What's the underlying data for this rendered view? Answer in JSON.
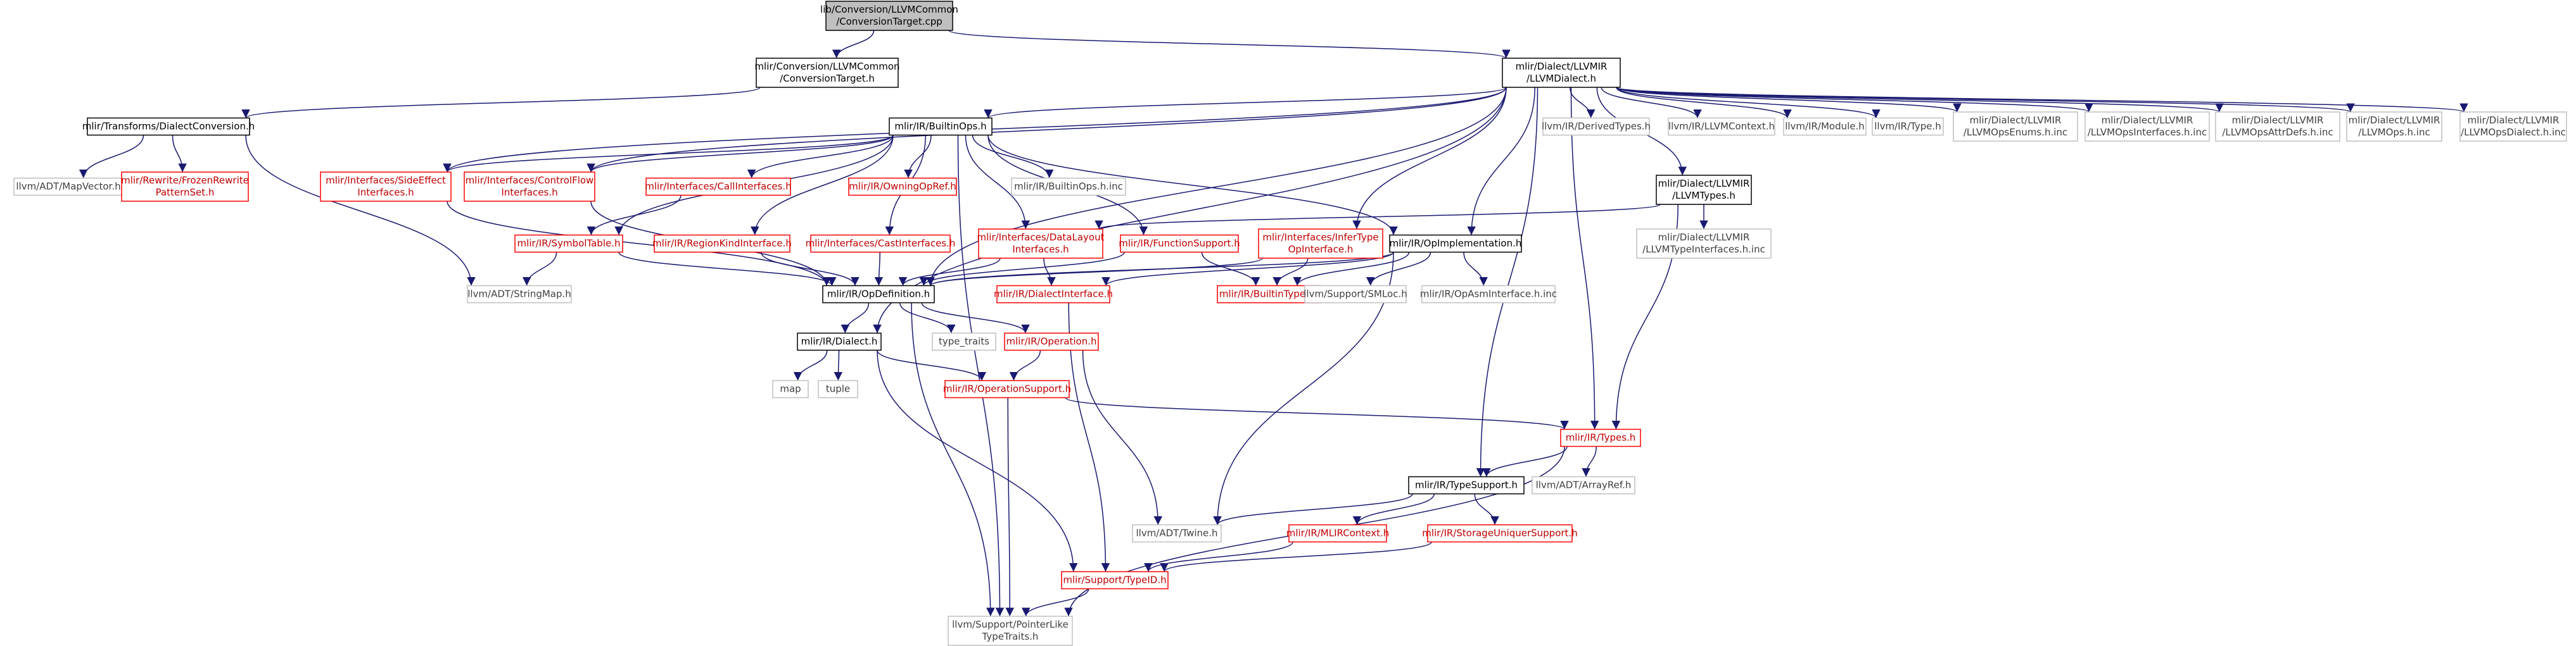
{
  "colors": {
    "root_fill": "#bfbfbf",
    "box_fill": "#ffffff",
    "stroke_documented": "#000000",
    "stroke_undocumented": "#bfbfbf",
    "stroke_external": "#ff0000",
    "text_documented": "#000000",
    "text_undocumented": "#3f3f3f",
    "text_external": "#bf0000",
    "edge": "#191970"
  },
  "nodes": [
    {
      "id": "root",
      "lines": [
        "lib/Conversion/LLVMCommon",
        "/ConversionTarget.cpp"
      ],
      "kind": "root"
    },
    {
      "id": "convtarget_h",
      "lines": [
        "mlir/Conversion/LLVMCommon",
        "/ConversionTarget.h"
      ],
      "kind": "doc"
    },
    {
      "id": "llvmdialect_h",
      "lines": [
        "mlir/Dialect/LLVMIR",
        "/LLVMDialect.h"
      ],
      "kind": "doc"
    },
    {
      "id": "dialectconv_h",
      "lines": [
        "mlir/Transforms/DialectConversion.h"
      ],
      "kind": "doc"
    },
    {
      "id": "builtinops_h",
      "lines": [
        "mlir/IR/BuiltinOps.h"
      ],
      "kind": "doc"
    },
    {
      "id": "derivedtypes_h",
      "lines": [
        "llvm/IR/DerivedTypes.h"
      ],
      "kind": "undoc"
    },
    {
      "id": "llvmcontext_h",
      "lines": [
        "llvm/IR/LLVMContext.h"
      ],
      "kind": "undoc"
    },
    {
      "id": "module_h",
      "lines": [
        "llvm/IR/Module.h"
      ],
      "kind": "undoc"
    },
    {
      "id": "type_h",
      "lines": [
        "llvm/IR/Type.h"
      ],
      "kind": "undoc"
    },
    {
      "id": "opsenums_inc",
      "lines": [
        "mlir/Dialect/LLVMIR",
        "/LLVMOpsEnums.h.inc"
      ],
      "kind": "undoc"
    },
    {
      "id": "opsinterfaces_inc",
      "lines": [
        "mlir/Dialect/LLVMIR",
        "/LLVMOpsInterfaces.h.inc"
      ],
      "kind": "undoc"
    },
    {
      "id": "opsattrdefs_inc",
      "lines": [
        "mlir/Dialect/LLVMIR",
        "/LLVMOpsAttrDefs.h.inc"
      ],
      "kind": "undoc"
    },
    {
      "id": "llvmops_inc",
      "lines": [
        "mlir/Dialect/LLVMIR",
        "/LLVMOps.h.inc"
      ],
      "kind": "undoc"
    },
    {
      "id": "opsdialect_inc",
      "lines": [
        "mlir/Dialect/LLVMIR",
        "/LLVMOpsDialect.h.inc"
      ],
      "kind": "undoc"
    },
    {
      "id": "mapvector_h",
      "lines": [
        "llvm/ADT/MapVector.h"
      ],
      "kind": "undoc"
    },
    {
      "id": "frozenrewrite_h",
      "lines": [
        "mlir/Rewrite/FrozenRewrite",
        "PatternSet.h"
      ],
      "kind": "ext"
    },
    {
      "id": "sideeffect_h",
      "lines": [
        "mlir/Interfaces/SideEffect",
        "Interfaces.h"
      ],
      "kind": "ext"
    },
    {
      "id": "controlflow_h",
      "lines": [
        "mlir/Interfaces/ControlFlow",
        "Interfaces.h"
      ],
      "kind": "ext"
    },
    {
      "id": "callinterfaces_h",
      "lines": [
        "mlir/Interfaces/CallInterfaces.h"
      ],
      "kind": "ext"
    },
    {
      "id": "owningopref_h",
      "lines": [
        "mlir/IR/OwningOpRef.h"
      ],
      "kind": "ext"
    },
    {
      "id": "builtinops_inc",
      "lines": [
        "mlir/IR/BuiltinOps.h.inc"
      ],
      "kind": "undoc"
    },
    {
      "id": "llvmtypes_h",
      "lines": [
        "mlir/Dialect/LLVMIR",
        "/LLVMTypes.h"
      ],
      "kind": "doc"
    },
    {
      "id": "typeinterfaces_inc",
      "lines": [
        "mlir/Dialect/LLVMIR",
        "/LLVMTypeInterfaces.h.inc"
      ],
      "kind": "undoc"
    },
    {
      "id": "symboltable_h",
      "lines": [
        "mlir/IR/SymbolTable.h"
      ],
      "kind": "ext"
    },
    {
      "id": "regionkind_h",
      "lines": [
        "mlir/IR/RegionKindInterface.h"
      ],
      "kind": "ext"
    },
    {
      "id": "castinterfaces_h",
      "lines": [
        "mlir/Interfaces/CastInterfaces.h"
      ],
      "kind": "ext"
    },
    {
      "id": "datalayout_h",
      "lines": [
        "mlir/Interfaces/DataLayout",
        "Interfaces.h"
      ],
      "kind": "ext"
    },
    {
      "id": "functionsupport_h",
      "lines": [
        "mlir/IR/FunctionSupport.h"
      ],
      "kind": "ext"
    },
    {
      "id": "infertype_h",
      "lines": [
        "mlir/Interfaces/InferType",
        "OpInterface.h"
      ],
      "kind": "ext"
    },
    {
      "id": "opimpl_h",
      "lines": [
        "mlir/IR/OpImplementation.h"
      ],
      "kind": "doc"
    },
    {
      "id": "stringmap_h",
      "lines": [
        "llvm/ADT/StringMap.h"
      ],
      "kind": "undoc"
    },
    {
      "id": "opdefinition_h",
      "lines": [
        "mlir/IR/OpDefinition.h"
      ],
      "kind": "doc"
    },
    {
      "id": "dialectinterface_h",
      "lines": [
        "mlir/IR/DialectInterface.h"
      ],
      "kind": "ext"
    },
    {
      "id": "builtintypes_h",
      "lines": [
        "mlir/IR/BuiltinTypes.h"
      ],
      "kind": "ext"
    },
    {
      "id": "smloc_h",
      "lines": [
        "llvm/Support/SMLoc.h"
      ],
      "kind": "undoc"
    },
    {
      "id": "opasminterface_inc",
      "lines": [
        "mlir/IR/OpAsmInterface.h.inc"
      ],
      "kind": "undoc"
    },
    {
      "id": "dialect_h",
      "lines": [
        "mlir/IR/Dialect.h"
      ],
      "kind": "doc"
    },
    {
      "id": "type_traits",
      "lines": [
        "type_traits"
      ],
      "kind": "undoc"
    },
    {
      "id": "operation_h",
      "lines": [
        "mlir/IR/Operation.h"
      ],
      "kind": "ext"
    },
    {
      "id": "map",
      "lines": [
        "map"
      ],
      "kind": "undoc"
    },
    {
      "id": "tuple",
      "lines": [
        "tuple"
      ],
      "kind": "undoc"
    },
    {
      "id": "opsupport_h",
      "lines": [
        "mlir/IR/OperationSupport.h"
      ],
      "kind": "ext"
    },
    {
      "id": "types_h",
      "lines": [
        "mlir/IR/Types.h"
      ],
      "kind": "ext"
    },
    {
      "id": "typesupport_h",
      "lines": [
        "mlir/IR/TypeSupport.h"
      ],
      "kind": "doc"
    },
    {
      "id": "arrayref_h",
      "lines": [
        "llvm/ADT/ArrayRef.h"
      ],
      "kind": "undoc"
    },
    {
      "id": "twine_h",
      "lines": [
        "llvm/ADT/Twine.h"
      ],
      "kind": "undoc"
    },
    {
      "id": "mlircontext_h",
      "lines": [
        "mlir/IR/MLIRContext.h"
      ],
      "kind": "ext"
    },
    {
      "id": "storageuniquer_h",
      "lines": [
        "mlir/IR/StorageUniquerSupport.h"
      ],
      "kind": "ext"
    },
    {
      "id": "typeid_h",
      "lines": [
        "mlir/Support/TypeID.h"
      ],
      "kind": "ext"
    },
    {
      "id": "pointerlike_h",
      "lines": [
        "llvm/Support/PointerLike",
        "TypeTraits.h"
      ],
      "kind": "undoc"
    }
  ],
  "edges": [
    [
      "root",
      "convtarget_h"
    ],
    [
      "root",
      "llvmdialect_h"
    ],
    [
      "convtarget_h",
      "dialectconv_h"
    ],
    [
      "dialectconv_h",
      "mapvector_h"
    ],
    [
      "dialectconv_h",
      "frozenrewrite_h"
    ],
    [
      "dialectconv_h",
      "stringmap_h"
    ],
    [
      "llvmdialect_h",
      "builtinops_h"
    ],
    [
      "llvmdialect_h",
      "derivedtypes_h"
    ],
    [
      "llvmdialect_h",
      "llvmcontext_h"
    ],
    [
      "llvmdialect_h",
      "module_h"
    ],
    [
      "llvmdialect_h",
      "type_h"
    ],
    [
      "llvmdialect_h",
      "opsenums_inc"
    ],
    [
      "llvmdialect_h",
      "opsinterfaces_inc"
    ],
    [
      "llvmdialect_h",
      "opsattrdefs_inc"
    ],
    [
      "llvmdialect_h",
      "llvmops_inc"
    ],
    [
      "llvmdialect_h",
      "opsdialect_inc"
    ],
    [
      "llvmdialect_h",
      "llvmtypes_h"
    ],
    [
      "llvmdialect_h",
      "sideeffect_h"
    ],
    [
      "llvmdialect_h",
      "controlflow_h"
    ],
    [
      "llvmdialect_h",
      "dialect_h"
    ],
    [
      "llvmdialect_h",
      "opdefinition_h"
    ],
    [
      "llvmdialect_h",
      "infertype_h"
    ],
    [
      "llvmdialect_h",
      "opimpl_h"
    ],
    [
      "llvmdialect_h",
      "typesupport_h"
    ],
    [
      "llvmdialect_h",
      "types_h"
    ],
    [
      "builtinops_h",
      "sideeffect_h"
    ],
    [
      "builtinops_h",
      "controlflow_h"
    ],
    [
      "builtinops_h",
      "callinterfaces_h"
    ],
    [
      "builtinops_h",
      "owningopref_h"
    ],
    [
      "builtinops_h",
      "builtinops_inc"
    ],
    [
      "builtinops_h",
      "symboltable_h"
    ],
    [
      "builtinops_h",
      "regionkind_h"
    ],
    [
      "builtinops_h",
      "castinterfaces_h"
    ],
    [
      "builtinops_h",
      "datalayout_h"
    ],
    [
      "builtinops_h",
      "functionsupport_h"
    ],
    [
      "builtinops_h",
      "opimpl_h"
    ],
    [
      "builtinops_h",
      "pointerlike_h"
    ],
    [
      "callinterfaces_h",
      "symboltable_h"
    ],
    [
      "sideeffect_h",
      "opdefinition_h"
    ],
    [
      "controlflow_h",
      "opdefinition_h"
    ],
    [
      "symboltable_h",
      "opdefinition_h"
    ],
    [
      "symboltable_h",
      "stringmap_h"
    ],
    [
      "regionkind_h",
      "opdefinition_h"
    ],
    [
      "castinterfaces_h",
      "opdefinition_h"
    ],
    [
      "datalayout_h",
      "opdefinition_h"
    ],
    [
      "datalayout_h",
      "dialectinterface_h"
    ],
    [
      "functionsupport_h",
      "opdefinition_h"
    ],
    [
      "functionsupport_h",
      "builtintypes_h"
    ],
    [
      "infertype_h",
      "opdefinition_h"
    ],
    [
      "infertype_h",
      "builtintypes_h"
    ],
    [
      "llvmtypes_h",
      "typeinterfaces_inc"
    ],
    [
      "llvmtypes_h",
      "datalayout_h"
    ],
    [
      "llvmtypes_h",
      "types_h"
    ],
    [
      "opimpl_h",
      "opdefinition_h"
    ],
    [
      "opimpl_h",
      "dialectinterface_h"
    ],
    [
      "opimpl_h",
      "builtintypes_h"
    ],
    [
      "opimpl_h",
      "smloc_h"
    ],
    [
      "opimpl_h",
      "opasminterface_inc"
    ],
    [
      "opimpl_h",
      "twine_h"
    ],
    [
      "opdefinition_h",
      "dialect_h"
    ],
    [
      "opdefinition_h",
      "type_traits"
    ],
    [
      "opdefinition_h",
      "operation_h"
    ],
    [
      "opdefinition_h",
      "pointerlike_h"
    ],
    [
      "dialect_h",
      "map"
    ],
    [
      "dialect_h",
      "tuple"
    ],
    [
      "dialect_h",
      "opsupport_h"
    ],
    [
      "dialect_h",
      "typeid_h"
    ],
    [
      "operation_h",
      "opsupport_h"
    ],
    [
      "operation_h",
      "twine_h"
    ],
    [
      "opsupport_h",
      "types_h"
    ],
    [
      "opsupport_h",
      "pointerlike_h"
    ],
    [
      "dialectinterface_h",
      "typeid_h"
    ],
    [
      "types_h",
      "typesupport_h"
    ],
    [
      "types_h",
      "arrayref_h"
    ],
    [
      "types_h",
      "pointerlike_h"
    ],
    [
      "typesupport_h",
      "twine_h"
    ],
    [
      "typesupport_h",
      "mlircontext_h"
    ],
    [
      "typesupport_h",
      "storageuniquer_h"
    ],
    [
      "mlircontext_h",
      "typeid_h"
    ],
    [
      "storageuniquer_h",
      "typeid_h"
    ],
    [
      "typeid_h",
      "pointerlike_h"
    ]
  ]
}
